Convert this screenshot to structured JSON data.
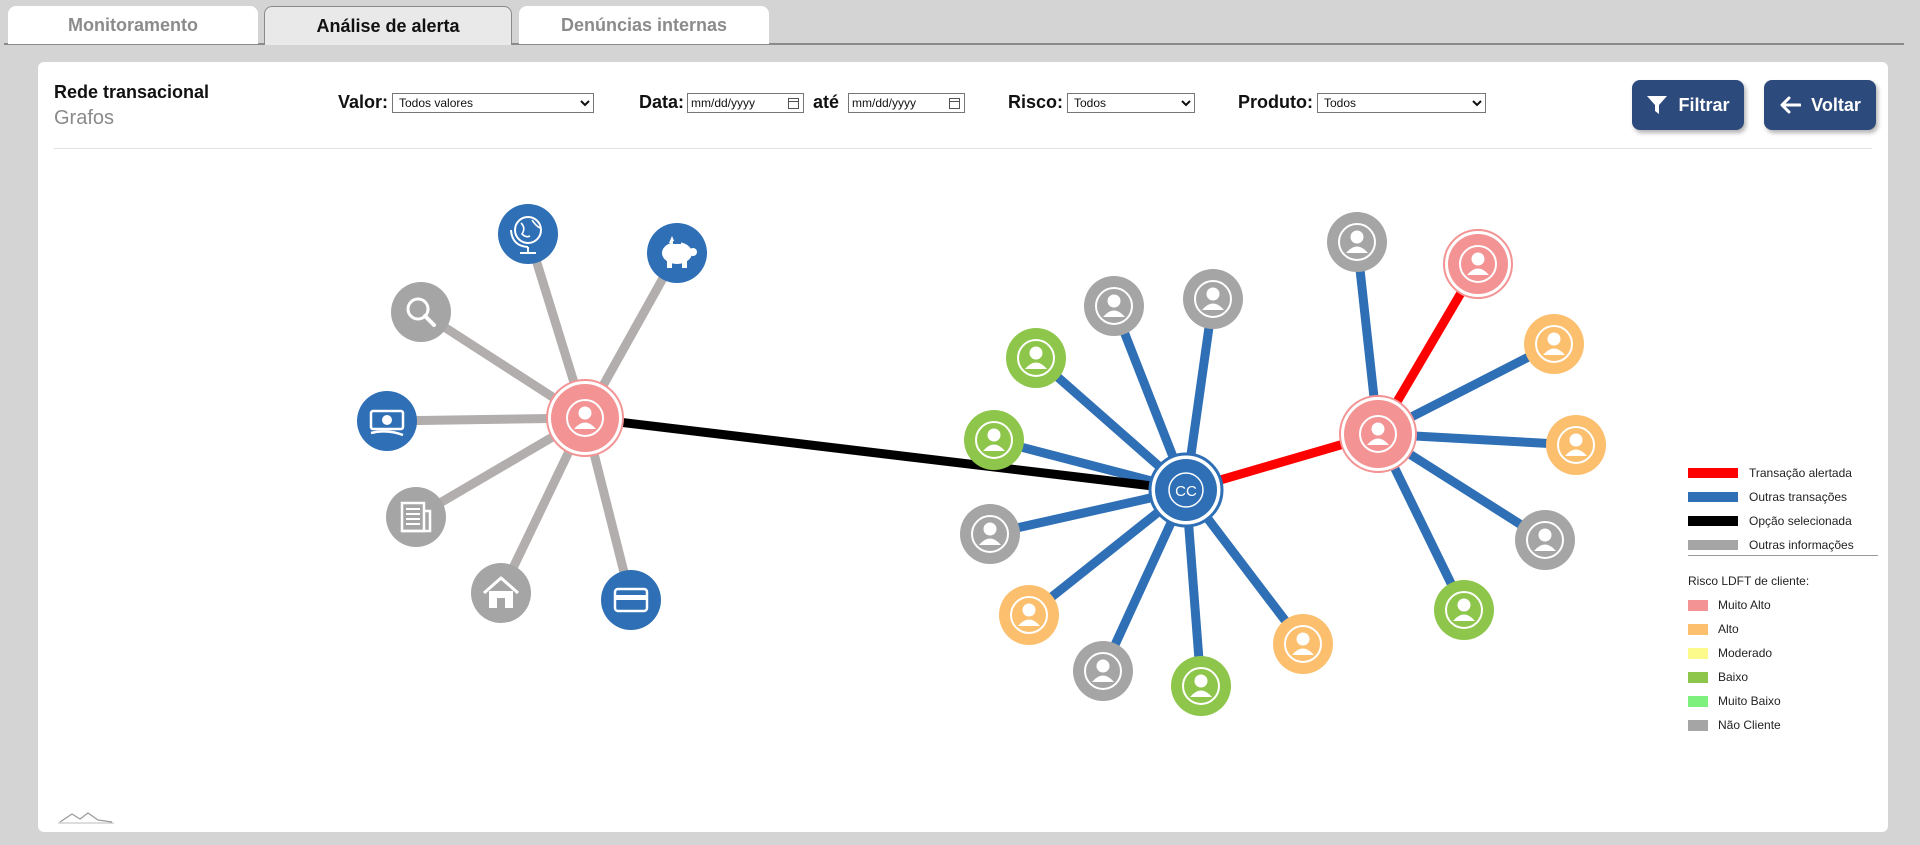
{
  "tabs": [
    {
      "label": "Monitoramento",
      "active": false
    },
    {
      "label": "Análise de alerta",
      "active": true
    },
    {
      "label": "Denúncias internas",
      "active": false
    }
  ],
  "header": {
    "title": "Rede transacional",
    "subtitle": "Grafos"
  },
  "filters": {
    "valor": {
      "label": "Valor:",
      "selected": "Todos valores"
    },
    "data": {
      "label": "Data:",
      "from_placeholder": "mm/dd/yyyy",
      "until_label": "até",
      "to_placeholder": "mm/dd/yyyy"
    },
    "risco": {
      "label": "Risco:",
      "selected": "Todos"
    },
    "produto": {
      "label": "Produto:",
      "selected": "Todos"
    }
  },
  "buttons": {
    "filter": "Filtrar",
    "back": "Voltar"
  },
  "graph": {
    "hub_label": "CC",
    "colors": {
      "blue": "#2e6fb5",
      "gray": "#a5a5a5",
      "pink": "#f39394",
      "orange": "#fbbf6e",
      "green": "#8dc64b",
      "red": "#ff0000",
      "black": "#000000",
      "edge_gray": "#b3aeae"
    }
  },
  "legend": {
    "lines": [
      {
        "label": "Transação alertada",
        "color": "#ff0000"
      },
      {
        "label": "Outras transações",
        "color": "#2e6fb5"
      },
      {
        "label": "Opção selecionada",
        "color": "#000000"
      },
      {
        "label": "Outras informações",
        "color": "#a5a5a5"
      }
    ],
    "risk_title": "Risco LDFT de cliente:",
    "risk": [
      {
        "label": "Muito Alto",
        "color": "#f39394"
      },
      {
        "label": "Alto",
        "color": "#fbbf6e"
      },
      {
        "label": "Moderado",
        "color": "#fdfa8c"
      },
      {
        "label": "Baixo",
        "color": "#8dc64b"
      },
      {
        "label": "Muito Baixo",
        "color": "#7df07d"
      },
      {
        "label": "Não Cliente",
        "color": "#a5a5a5"
      }
    ]
  }
}
